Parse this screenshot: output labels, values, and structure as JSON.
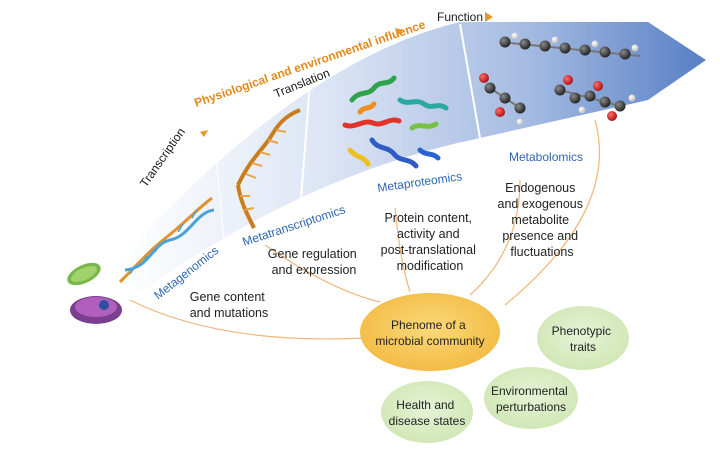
{
  "header": {
    "influence_label": "Physiological and environmental influence",
    "colors": {
      "orange": "#e8962a",
      "blue_text": "#2f66b1",
      "band_light": "#eef2fa",
      "band_dark": "#4f78c2",
      "oval_center": "#f6c555",
      "oval_green": "#d9ecc2"
    }
  },
  "stages": [
    {
      "label": "Transcription"
    },
    {
      "label": "Translation"
    },
    {
      "label": "Function"
    }
  ],
  "omics": [
    {
      "label": "Metagenomics",
      "description": [
        "Gene content",
        "and mutations"
      ]
    },
    {
      "label": "Metatranscriptomics",
      "description": [
        "Gene regulation",
        "and expression"
      ]
    },
    {
      "label": "Metaproteomics",
      "description": [
        "Protein content,",
        "activity and",
        "post-translational",
        "modification"
      ]
    },
    {
      "label": "Metabolomics",
      "description": [
        "Endogenous",
        "and exogenous",
        "metabolite",
        "presence and",
        "fluctuations"
      ]
    }
  ],
  "center": {
    "lines": [
      "Phenome of a",
      "microbial community"
    ]
  },
  "satellites": [
    {
      "lines": [
        "Phenotypic",
        "traits"
      ]
    },
    {
      "lines": [
        "Environmental",
        "perturbations"
      ]
    },
    {
      "lines": [
        "Health and",
        "disease states"
      ]
    }
  ],
  "icons": [
    "cell-icon",
    "dna-helix-icon",
    "rna-strand-icon",
    "protein-structure-icon",
    "metabolite-molecules-icon"
  ]
}
